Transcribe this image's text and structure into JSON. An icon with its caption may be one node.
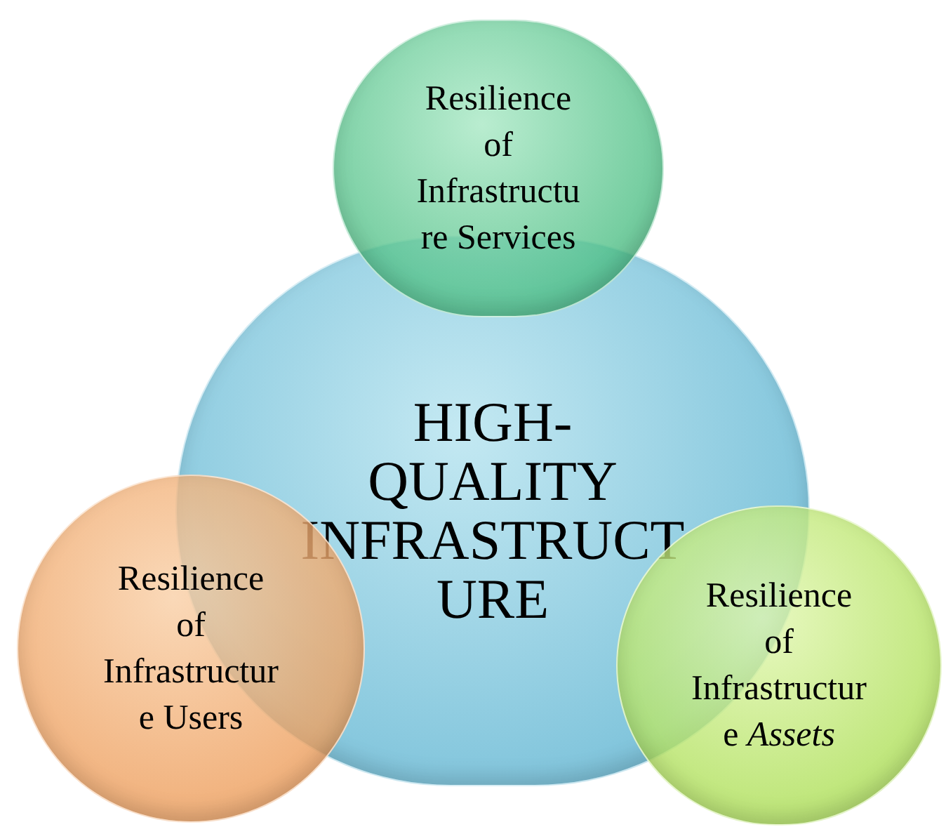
{
  "diagram": {
    "nodes": [
      {
        "text": [
          "Resilience of Infrastructu re Services"
        ]
      },
      {
        "text": [
          "HIGH- QUALITY INFRASTRUCT URE"
        ]
      },
      {
        "text": [
          "Resilience of Infrastructur e Users"
        ]
      },
      {
        "text": [
          "Resilience of Infrastructur e *Assets*"
        ]
      }
    ]
  }
}
